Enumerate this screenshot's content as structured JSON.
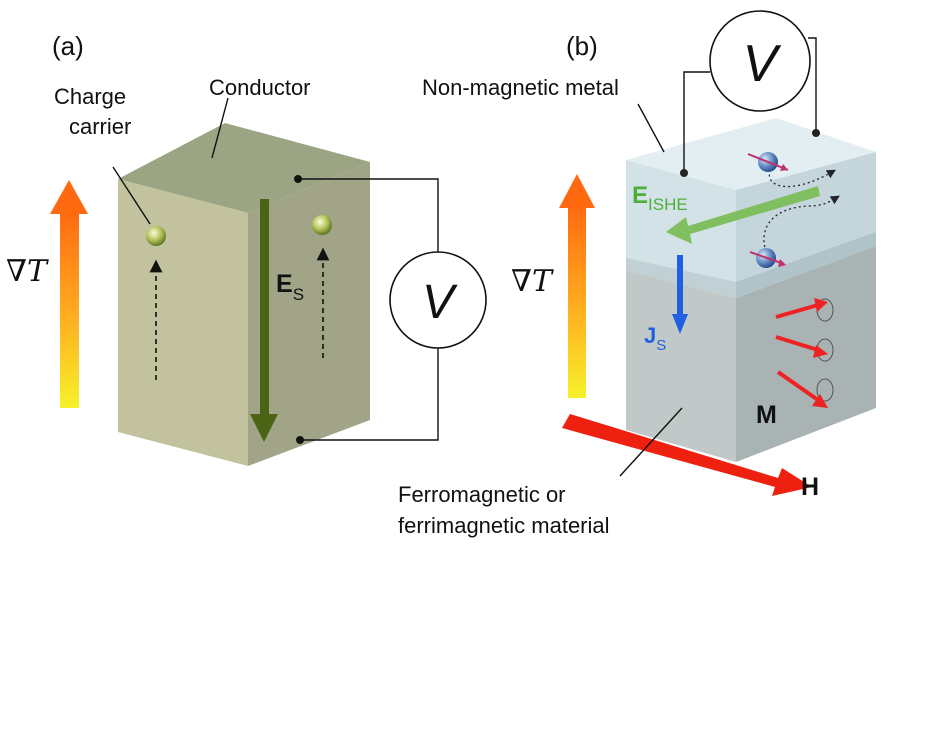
{
  "panel_a": {
    "label": "(a)",
    "charge_carrier": [
      "Charge",
      "carrier"
    ],
    "conductor": "Conductor",
    "grad_t": "∇T",
    "field": {
      "main": "E",
      "sub": "S"
    },
    "voltmeter": "V"
  },
  "panel_b": {
    "label": "(b)",
    "non_magnetic": "Non-magnetic metal",
    "grad_t": "∇T",
    "field": {
      "main": "E",
      "sub": "ISHE"
    },
    "spin_current": {
      "main": "J",
      "sub": "S"
    },
    "magnetization": "M",
    "magnetic_field": "H",
    "ferro": [
      "Ferromagnetic or",
      "ferrimagnetic material"
    ],
    "voltmeter": "V"
  },
  "colors": {
    "conductor_front": "#c3c29f",
    "conductor_side": "#a2a488",
    "conductor_top": "#9ba583",
    "field_arrow": "#4b6314",
    "metal_layer": "#d2e2e6",
    "ferro_front": "#c0c8c8",
    "ferro_side": "#a9b3b4",
    "eishe": "#7fbf5f",
    "js": "#1f5fe0",
    "m_arrows": "#ee2222",
    "h_arrow": "#ee2010",
    "gradient_top": "#ff6a10",
    "gradient_bottom": "#f6f22a"
  }
}
